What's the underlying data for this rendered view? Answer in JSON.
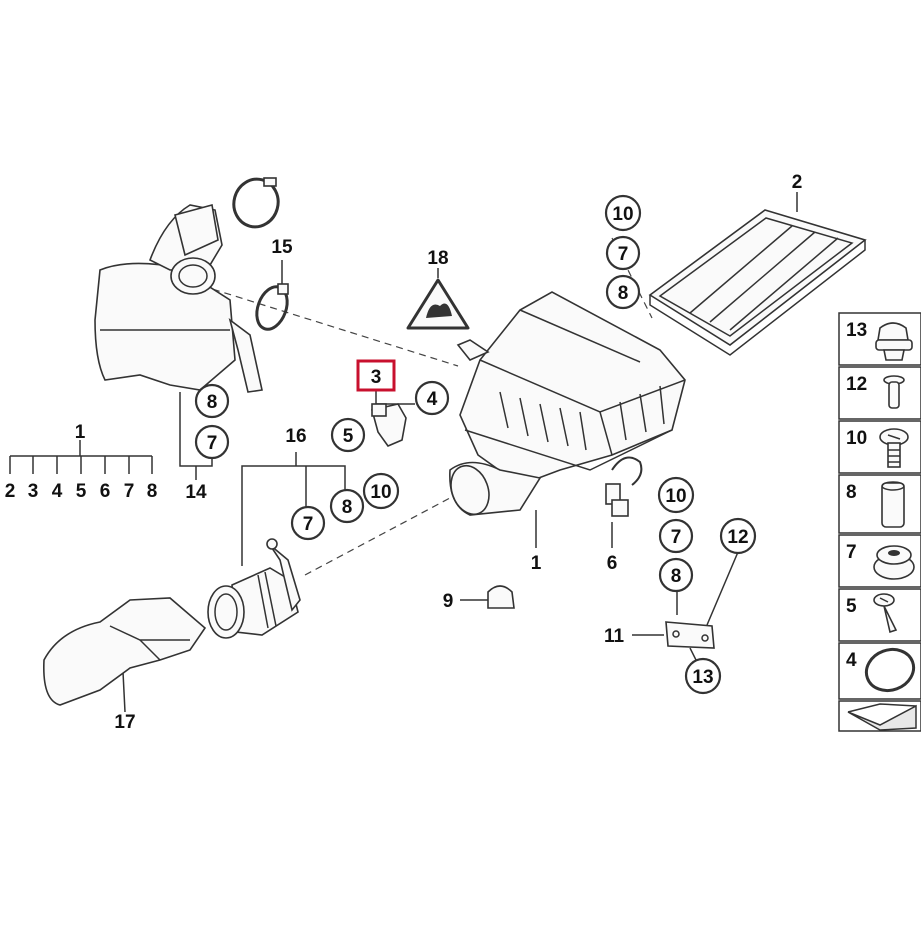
{
  "callouts": {
    "c1": "1",
    "c2": "2",
    "c3": "3",
    "c4": "4",
    "c5": "5",
    "c6": "6",
    "c7a": "7",
    "c7b": "7",
    "c7c": "7",
    "c7d": "7",
    "c8a": "8",
    "c8b": "8",
    "c8c": "8",
    "c8d": "8",
    "c9": "9",
    "c10a": "10",
    "c10b": "10",
    "c10c": "10",
    "c11": "11",
    "c12": "12",
    "c13": "13",
    "c14": "14",
    "c15": "15",
    "c16": "16",
    "c17": "17",
    "c18": "18",
    "group1_parent": "1",
    "group1_children": [
      "2",
      "3",
      "4",
      "5",
      "6",
      "7",
      "8"
    ]
  },
  "side_panel": [
    {
      "number": "13",
      "icon": "grommet-icon"
    },
    {
      "number": "12",
      "icon": "push-rivet-icon"
    },
    {
      "number": "10",
      "icon": "bolt-icon"
    },
    {
      "number": "8",
      "icon": "sleeve-icon"
    },
    {
      "number": "7",
      "icon": "rubber-mount-icon"
    },
    {
      "number": "5",
      "icon": "screw-icon"
    },
    {
      "number": "4",
      "icon": "o-ring-icon"
    },
    {
      "number": "",
      "icon": "wedge-shim-icon"
    }
  ],
  "highlight_color": "#c8102e"
}
